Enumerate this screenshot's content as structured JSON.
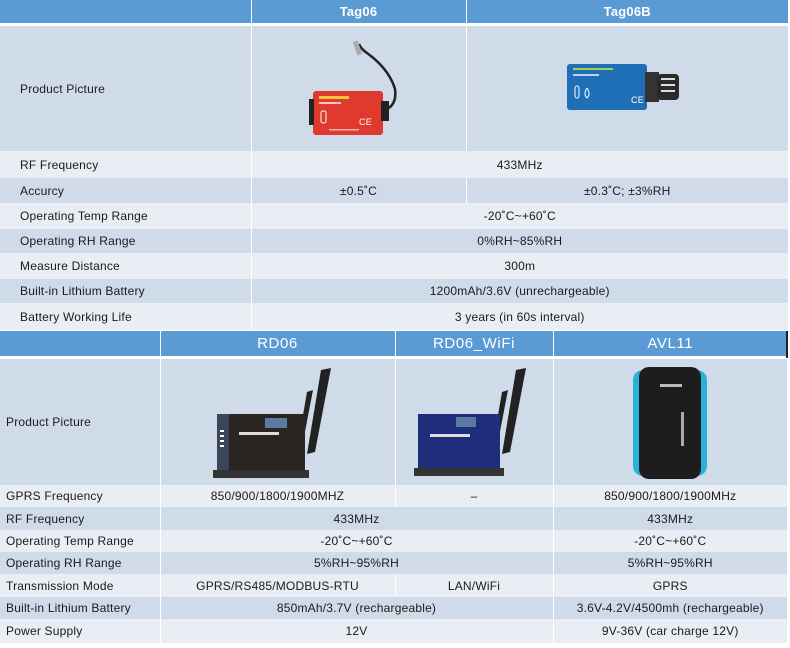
{
  "table1": {
    "columns": [
      "",
      "Tag06",
      "Tag06B"
    ],
    "picture_label": "Product Picture",
    "rows": [
      {
        "label": "RF Frequency",
        "value": "433MHz"
      },
      {
        "label": "Accurcy",
        "tag06": "±0.5˚C",
        "tag06b": "±0.3˚C; ±3%RH"
      },
      {
        "label": "Operating Temp Range",
        "value": "-20˚C~+60˚C"
      },
      {
        "label": "Operating RH Range",
        "value": "0%RH~85%RH"
      },
      {
        "label": "Measure Distance",
        "value": "300m"
      },
      {
        "label": "Built-in Lithium Battery",
        "value": "1200mAh/3.6V (unrechargeable)"
      },
      {
        "label": "Battery Working Life",
        "value": "3 years (in 60s interval)"
      }
    ]
  },
  "table2": {
    "columns": [
      "",
      "RD06",
      "RD06_WiFi",
      "AVL11"
    ],
    "picture_label": "Product Picture",
    "rows": [
      {
        "label": "GPRS Frequency",
        "rd06": "850/900/1800/1900MHZ",
        "rd06_wifi": "–",
        "avl11": "850/900/1800/1900MHz"
      },
      {
        "label": "RF Frequency",
        "rd06_shared": "433MHz",
        "avl11": "433MHz"
      },
      {
        "label": "Operating Temp Range",
        "rd06_shared": "-20˚C~+60˚C",
        "avl11": "-20˚C~+60˚C"
      },
      {
        "label": "Operating RH Range",
        "rd06_shared": "5%RH~95%RH",
        "avl11": "5%RH~95%RH"
      },
      {
        "label": "Transmission Mode",
        "rd06": "GPRS/RS485/MODBUS-RTU",
        "rd06_wifi": "LAN/WiFi",
        "avl11": "GPRS"
      },
      {
        "label": "Built-in Lithium Battery",
        "rd06_shared": "850mAh/3.7V (rechargeable)",
        "avl11": "3.6V-4.2V/4500mh (rechargeable)"
      },
      {
        "label": "Power Supply",
        "rd06_shared": "12V",
        "avl11": "9V-36V (car charge 12V)"
      }
    ]
  },
  "images": {
    "tag06": "red-temperature-sensor-with-probe",
    "tag06b": "blue-temperature-humidity-sensor",
    "rd06": "black-wireless-smart-gateway",
    "rd06_wifi": "blue-wireless-smart-gateway",
    "avl11": "black-blue-gps-tracker"
  },
  "colors": {
    "header": "#5b9bd5",
    "row_dark": "#d0dbea",
    "row_light": "#e9edf4"
  }
}
